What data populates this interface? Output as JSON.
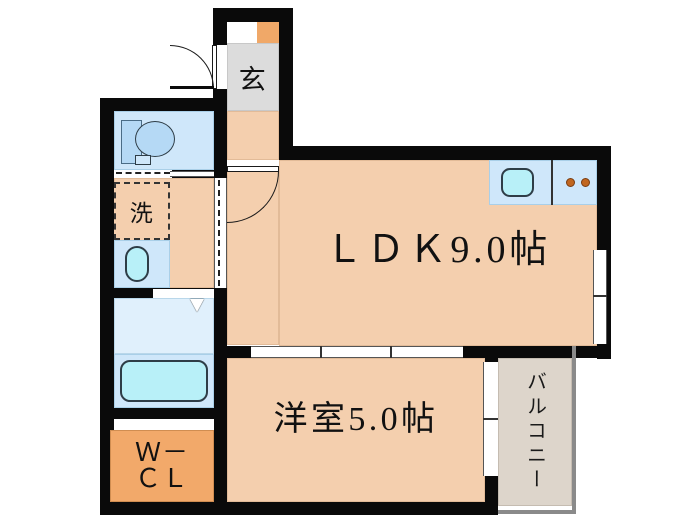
{
  "plan": {
    "type": "floor-plan",
    "unit_layout": "1LDK",
    "rooms": [
      {
        "key": "ldk",
        "label": "ＬＤＫ9.0帖",
        "name": "LDK",
        "size_jo": 9.0,
        "fill": "#f4cfae"
      },
      {
        "key": "bedroom",
        "label": "洋室5.0帖",
        "name": "Western Room",
        "size_jo": 5.0,
        "fill": "#f4cfae"
      },
      {
        "key": "genkan",
        "label": "玄",
        "name": "Entrance",
        "fill": "#dcdcdc"
      },
      {
        "key": "wcl",
        "label_line1": "Ｗ－",
        "label_line2": "ＣＬ",
        "name": "Walk-in Closet",
        "fill": "#f2a96a"
      },
      {
        "key": "washer",
        "label": "洗",
        "name": "Washing Machine Space",
        "fill": "#f4cfae"
      },
      {
        "key": "balcony",
        "label": "バルコニー",
        "name": "Balcony",
        "fill": "#ddd5cb"
      },
      {
        "key": "toilet",
        "label": "",
        "name": "Toilet",
        "fill": "#cfe7fa"
      },
      {
        "key": "bath",
        "label": "",
        "name": "Bathroom",
        "fill": "#e0f0fc"
      }
    ],
    "fixtures": [
      {
        "key": "kitchen-sink",
        "name": "Kitchen Sink"
      },
      {
        "key": "kitchen-stove",
        "name": "Gas Stove",
        "burners": 2
      },
      {
        "key": "bathtub",
        "name": "Bathtub"
      },
      {
        "key": "lavatory",
        "name": "Wash Basin"
      },
      {
        "key": "toilet-unit",
        "name": "Toilet"
      },
      {
        "key": "shoe-box",
        "name": "Shoe Box"
      }
    ],
    "colors": {
      "wall": "#0a0a0a",
      "floor": "#f4cfae",
      "wet_area": "#cfe7fa",
      "closet": "#f2a96a",
      "entrance_tile": "#dcdcdc",
      "balcony": "#ddd5cb",
      "fixture_accent": "#b8f0f8",
      "burner": "#c1661f"
    }
  }
}
